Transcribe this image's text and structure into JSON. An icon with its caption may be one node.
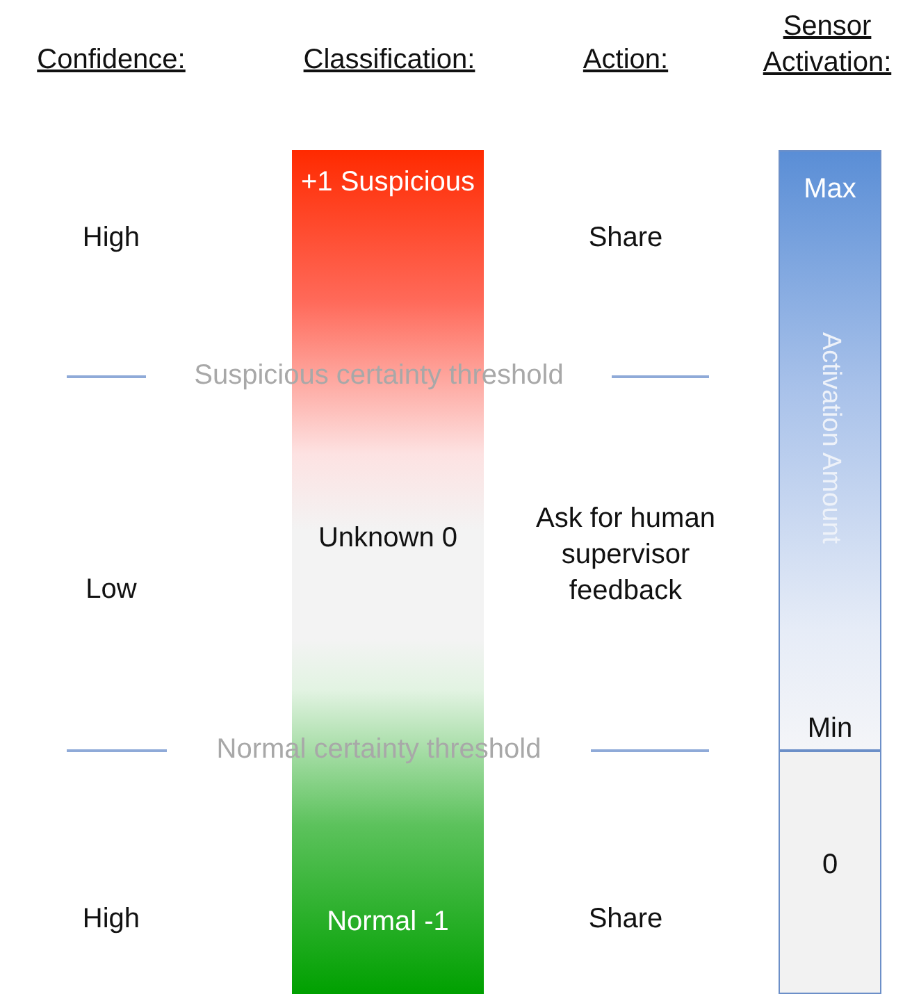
{
  "diagram": {
    "nodes": [
      {
        "text": [
          "+1 Suspicious",
          "Unknown 0",
          "Normal -1"
        ]
      },
      {
        "text": [
          "Max",
          "Activation Amount",
          "Min"
        ]
      },
      {
        "text": [
          "0"
        ]
      }
    ],
    "labels": [
      "Confidence:",
      "Classification:",
      "Action:",
      "Sensor Activation:",
      "High",
      "Share",
      "Suspicious certainty threshold",
      "Low",
      "Ask for human supervisor feedback",
      "Normal certainty threshold",
      "High",
      "Share"
    ]
  }
}
